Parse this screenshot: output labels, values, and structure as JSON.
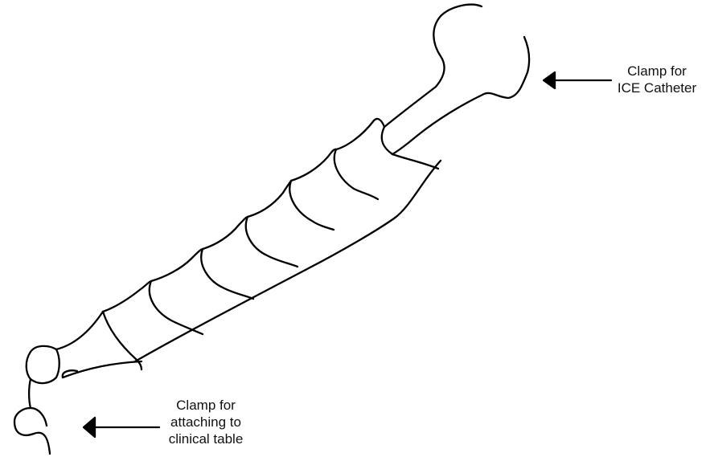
{
  "annotations": {
    "top": {
      "lines": [
        "Clamp for",
        "ICE Catheter"
      ]
    },
    "bottom": {
      "lines": [
        "Clamp for",
        "attaching to",
        "clinical table"
      ]
    }
  }
}
